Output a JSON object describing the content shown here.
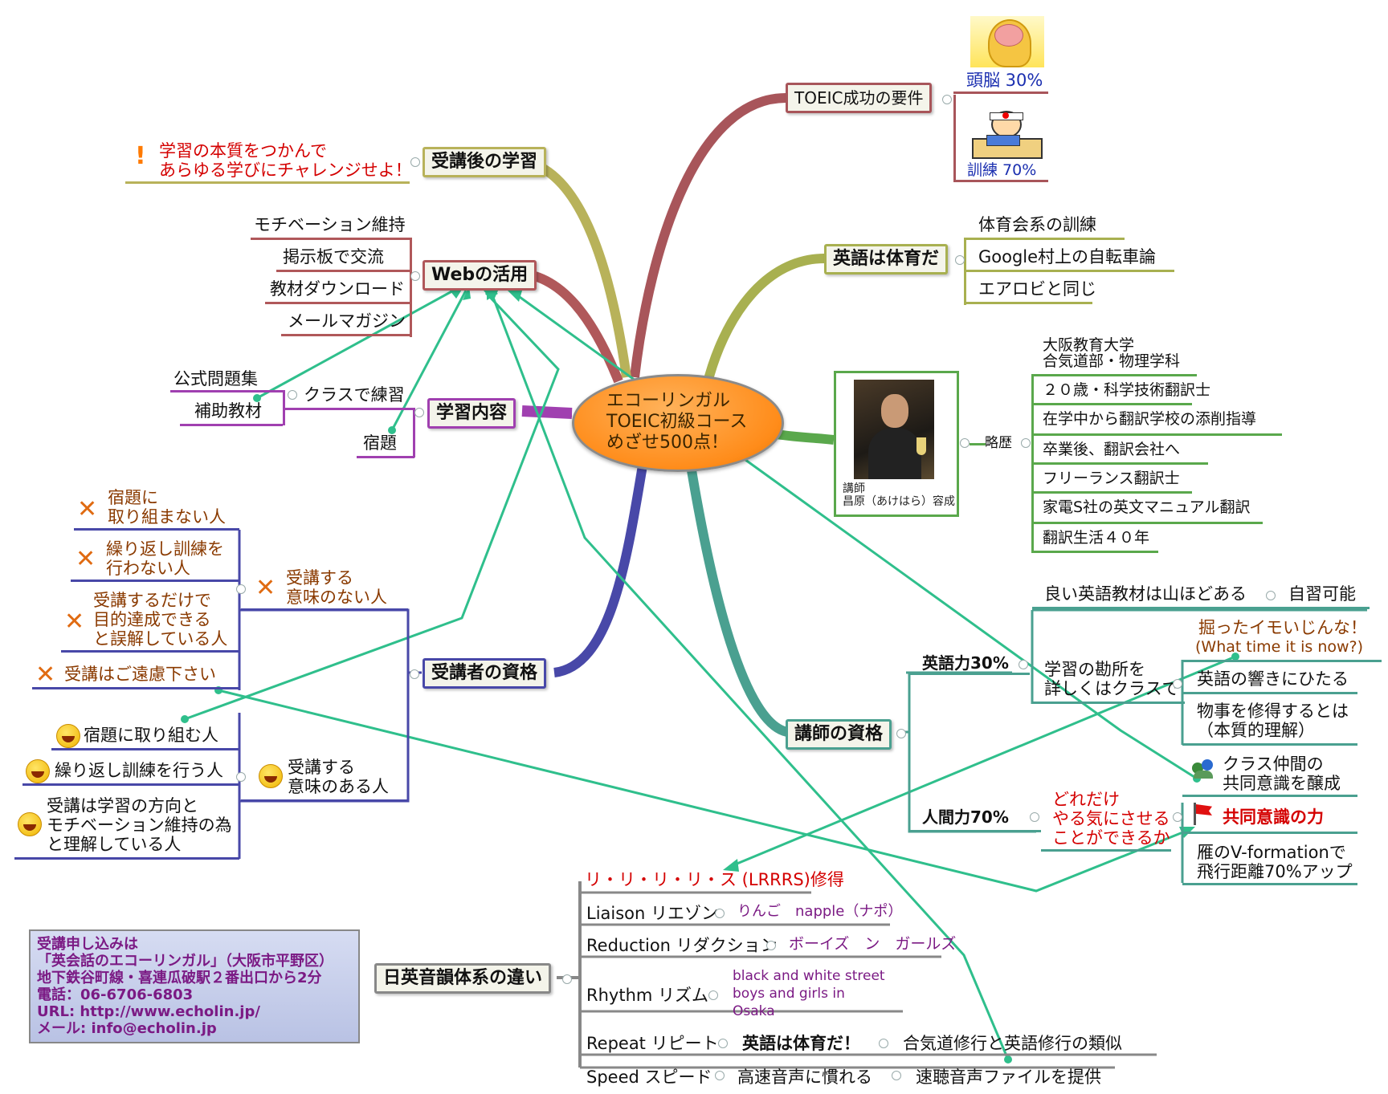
{
  "center": {
    "label": "エコーリンガル\nTOEIC初級コース\nめざせ500点！"
  },
  "branches": {
    "success_req": {
      "label": "TOEIC成功の要件",
      "items": [
        "頭脳 30%",
        "訓練 70%"
      ],
      "icons": [
        "brain-image",
        "training-kid-image"
      ]
    },
    "after_study": {
      "label": "受講後の学習",
      "note_line1": "学習の本質をつかんで",
      "note_line2": "あらゆる学びにチャレンジせよ！",
      "icon": "exclamation-icon"
    },
    "web": {
      "label": "Webの活用",
      "items": [
        "モチベーション維持",
        "掲示板で交流",
        "教材ダウンロード",
        "メールマガジン"
      ]
    },
    "english_sport": {
      "label": "英語は体育だ",
      "items": [
        "体育会系の訓練",
        "Google村上の自転車論",
        "エアロビと同じ"
      ]
    },
    "content": {
      "label": "学習内容",
      "class_practice": "クラスで練習",
      "official": "公式問題集",
      "aux": "補助教材",
      "homework": "宿題"
    },
    "teacher": {
      "card_line1": "講師",
      "card_line2": "昌原（あけはら）容成",
      "history_label": "略歴",
      "history": [
        "大阪教育大学",
        "合気道部・物理学科",
        "２０歳・科学技術翻訳士",
        "在学中から翻訳学校の添削指導",
        "卒業後、翻訳会社へ",
        "フリーランス翻訳士",
        "家電S社の英文マニュアル翻訳",
        "翻訳生活４０年"
      ]
    },
    "qualification": {
      "label": "受講者の資格",
      "meaningless_line1": "受講する",
      "meaningless_line2": "意味のない人",
      "meaningless_items": [
        [
          "宿題に",
          "取り組まない人"
        ],
        [
          "繰り返し訓練を",
          "行わない人"
        ],
        [
          "受講するだけで",
          "目的達成できる",
          "と誤解している人"
        ],
        [
          "受講はご遠慮下さい"
        ]
      ],
      "meaningful_line1": "受講する",
      "meaningful_line2": "意味のある人",
      "meaningful_items": [
        [
          "宿題に取り組む人"
        ],
        [
          "繰り返し訓練を行う人"
        ],
        [
          "受講は学習の方向と",
          "モチベーション維持の為",
          "と理解している人"
        ]
      ]
    },
    "teacher_qual": {
      "label": "講師の資格",
      "english_power": "英語力30%",
      "good_materials": "良い英語教材は山ほどある",
      "self_study": "自習可能",
      "key_points_line1": "学習の勘所を",
      "key_points_line2": "詳しくはクラスで",
      "imo_line1": "掘ったイモいじんな！",
      "imo_line2": "(What time it is now?)",
      "sound": "英語の響きにひたる",
      "essence_line1": "物事を修得するとは",
      "essence_line2": "（本質的理解）",
      "human_power": "人間力70%",
      "motivate_line1": "どれだけ",
      "motivate_line2": "やる気にさせる",
      "motivate_line3": "ことができるか",
      "fellow_line1": "クラス仲間の",
      "fellow_line2": "共同意識を醸成",
      "unity": "共同意識の力",
      "geese_line1": "雁のV-formationで",
      "geese_line2": "飛行距離70%アップ"
    },
    "phonology": {
      "label": "日英音韻体系の違い",
      "lrrrs": "リ・リ・リ・リ・ス (LRRRS)修得",
      "liaison": "Liaison リエゾン",
      "liaison_ex": "りんご　napple（ナポ）",
      "reduction": "Reduction リダクション",
      "reduction_ex": "ボーイズ　ン　ガールズ",
      "rhythm": "Rhythm リズム",
      "rhythm_ex1": "black and white street",
      "rhythm_ex2": "boys and girls in",
      "rhythm_ex3": "Osaka",
      "repeat": "Repeat リピート",
      "repeat_ex": "英語は体育だ！",
      "repeat_ex2": "合気道修行と英語修行の類似",
      "speed": "Speed スピード",
      "speed_ex": "高速音声に慣れる",
      "speed_ex2": "速聴音声ファイルを提供"
    }
  },
  "apply": {
    "lines": [
      "受講申し込みは",
      "「英会話のエコーリンガル」（大阪市平野区）",
      "地下鉄谷町線・喜連瓜破駅２番出口から2分",
      "電話：06-6706-6803",
      "URL: http://www.echolin.jp/",
      "メール: info@echolin.jp"
    ]
  },
  "colors": {
    "success": "#a8555a",
    "after": "#b8b25a",
    "web": "#b0585a",
    "sport": "#a8b050",
    "content": "#a040b0",
    "teacher": "#5aa84c",
    "qualification": "#4848a8",
    "teacher_qual": "#4aa090",
    "phonology": "#888888",
    "connector": "#2fbf8c"
  }
}
